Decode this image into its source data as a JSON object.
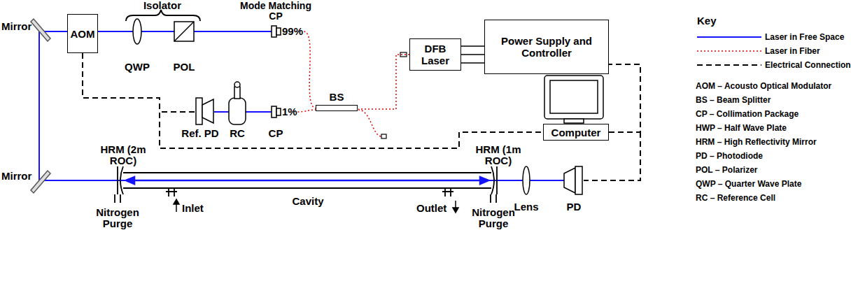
{
  "diagram": {
    "nodes": [
      {
        "text": [
          "DFB Laser"
        ]
      },
      {
        "text": [
          "Power Supply and Controller"
        ]
      },
      {
        "text": [
          "Computer"
        ]
      },
      {
        "text": [
          "AOM"
        ]
      },
      {
        "text": [
          "BS"
        ]
      }
    ],
    "edges": [
      {
        "from": 1,
        "to": 0,
        "arrow": "none"
      },
      {
        "from": 0,
        "to": 4,
        "arrow": "none"
      },
      {
        "from": 3,
        "to": 2,
        "arrow": "none"
      },
      {
        "from": 2,
        "to": 1,
        "arrow": "none"
      }
    ],
    "labels": [
      "Mirror",
      "Isolator",
      "Mode Matching CP",
      "QWP",
      "POL",
      "99%",
      "1%",
      "Ref. PD",
      "RC",
      "CP",
      "HRM (2m ROC)",
      "HRM (1m ROC)",
      "Mirror",
      "Cavity",
      "Inlet",
      "Outlet",
      "Nitrogen Purge",
      "Nitrogen Purge",
      "Lens",
      "PD",
      "Key",
      "AOM – Acousto Optical Modulator",
      "BS – Beam Splitter",
      "CP – Collimation Package",
      "HWP – Half Wave Plate",
      "HRM – High Reflectivity Mirror",
      "PD – Photodiode",
      "POL – Polarizer",
      "QWP – Quarter Wave Plate",
      "RC – Reference Cell"
    ],
    "legend": [
      {
        "text": "Laser in Free Space"
      },
      {
        "text": "Laser in Fiber"
      },
      {
        "text": "Electrical Connection"
      }
    ]
  }
}
